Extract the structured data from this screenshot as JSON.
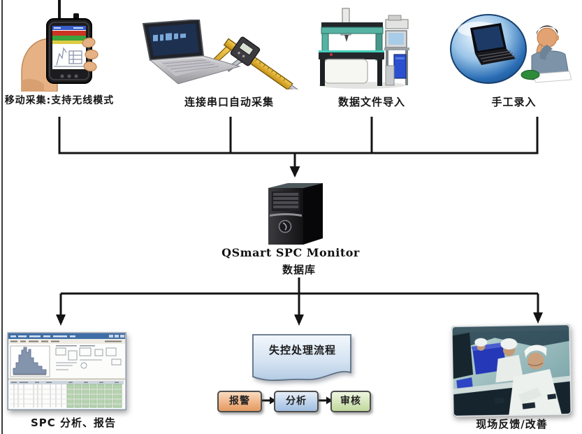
{
  "sources": [
    {
      "id": "mobile-collect",
      "label": "移动采集:支持无线模式",
      "icon": "handheld-collector-in-hand-icon"
    },
    {
      "id": "serial-collect",
      "label": "连接串口自动采集",
      "icon": "laptop-with-caliper-icon"
    },
    {
      "id": "data-file-import",
      "label": "数据文件导入",
      "icon": "cmm-machine-icon"
    },
    {
      "id": "manual-entry",
      "label": "手工录入",
      "icon": "laptop-orb-and-person-icon"
    }
  ],
  "server": {
    "title": "QSmart SPC Monitor",
    "db_label": "数据库",
    "icon": "tower-server-icon"
  },
  "outputs": [
    {
      "id": "spc-analysis-report",
      "label": "SPC 分析、报告",
      "icon": "spc-report-window-icon"
    },
    {
      "id": "ooc-process",
      "label": "失控处理流程",
      "icon": "document-flow-shape"
    },
    {
      "id": "field-feedback",
      "label": "现场反馈/改善",
      "icon": "factory-photo"
    }
  ],
  "process_steps": [
    {
      "label": "报警",
      "color": "#f0b588"
    },
    {
      "label": "分析",
      "color": "#bdd3ec"
    },
    {
      "label": "审核",
      "color": "#d5e6ba"
    }
  ],
  "colors": {
    "connector": "#141414",
    "doc_fill": "#cfe0f0",
    "doc_border": "#5f7084",
    "alarm_fill": "#f0b588",
    "analysis_fill": "#bdd3ec",
    "audit_fill": "#d5e6ba",
    "orb_blue": "#2a6db5",
    "cmm_teal": "#56b3a4",
    "server_black": "#1c1c1e",
    "table_green": "#b5d2ae",
    "titlebar_blue": "#3f6ea6"
  }
}
